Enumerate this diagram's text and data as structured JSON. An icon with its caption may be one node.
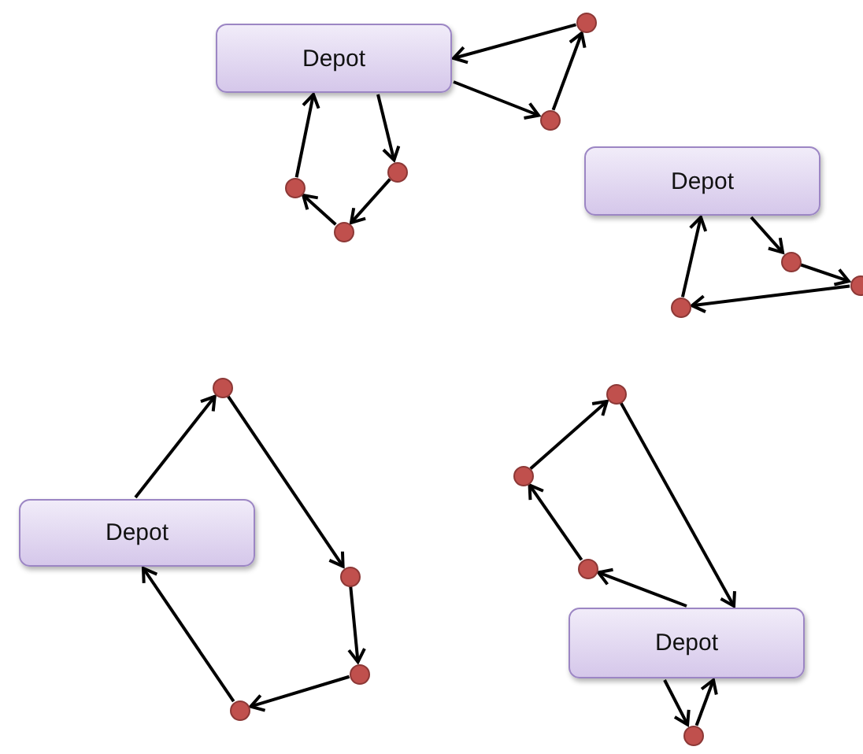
{
  "diagram": {
    "nodes": [
      {
        "text": [
          "Depot"
        ]
      },
      {
        "text": [],
        "shape": "circle"
      },
      {
        "text": [],
        "shape": "circle"
      },
      {
        "text": [],
        "shape": "circle"
      },
      {
        "text": [],
        "shape": "circle"
      },
      {
        "text": [],
        "shape": "circle"
      },
      {
        "text": [
          "Depot"
        ]
      },
      {
        "text": [],
        "shape": "circle"
      },
      {
        "text": [],
        "shape": "circle"
      },
      {
        "text": [],
        "shape": "circle"
      },
      {
        "text": [
          "Depot"
        ]
      },
      {
        "text": [],
        "shape": "circle"
      },
      {
        "text": [],
        "shape": "circle"
      },
      {
        "text": [],
        "shape": "circle"
      },
      {
        "text": [],
        "shape": "circle"
      },
      {
        "text": [
          "Depot"
        ]
      },
      {
        "text": [],
        "shape": "circle"
      },
      {
        "text": [],
        "shape": "circle"
      },
      {
        "text": [],
        "shape": "circle"
      },
      {
        "text": [],
        "shape": "circle"
      }
    ],
    "edges": [
      {
        "from": 0,
        "to": 2,
        "arrow": "to"
      },
      {
        "from": 2,
        "to": 1,
        "arrow": "to"
      },
      {
        "from": 1,
        "to": 0,
        "arrow": "to"
      },
      {
        "from": 0,
        "to": 3,
        "arrow": "to"
      },
      {
        "from": 3,
        "to": 5,
        "arrow": "to"
      },
      {
        "from": 5,
        "to": 4,
        "arrow": "to"
      },
      {
        "from": 4,
        "to": 0,
        "arrow": "to"
      },
      {
        "from": 6,
        "to": 7,
        "arrow": "to"
      },
      {
        "from": 7,
        "to": 8,
        "arrow": "to"
      },
      {
        "from": 8,
        "to": 9,
        "arrow": "to"
      },
      {
        "from": 9,
        "to": 6,
        "arrow": "to"
      },
      {
        "from": 10,
        "to": 11,
        "arrow": "to"
      },
      {
        "from": 11,
        "to": 12,
        "arrow": "to"
      },
      {
        "from": 12,
        "to": 13,
        "arrow": "to"
      },
      {
        "from": 13,
        "to": 14,
        "arrow": "to"
      },
      {
        "from": 14,
        "to": 10,
        "arrow": "to"
      },
      {
        "from": 15,
        "to": 18,
        "arrow": "to"
      },
      {
        "from": 18,
        "to": 17,
        "arrow": "to"
      },
      {
        "from": 17,
        "to": 16,
        "arrow": "to"
      },
      {
        "from": 16,
        "to": 15,
        "arrow": "to"
      },
      {
        "from": 15,
        "to": 19,
        "arrow": "to"
      },
      {
        "from": 19,
        "to": 15,
        "arrow": "to"
      }
    ]
  }
}
